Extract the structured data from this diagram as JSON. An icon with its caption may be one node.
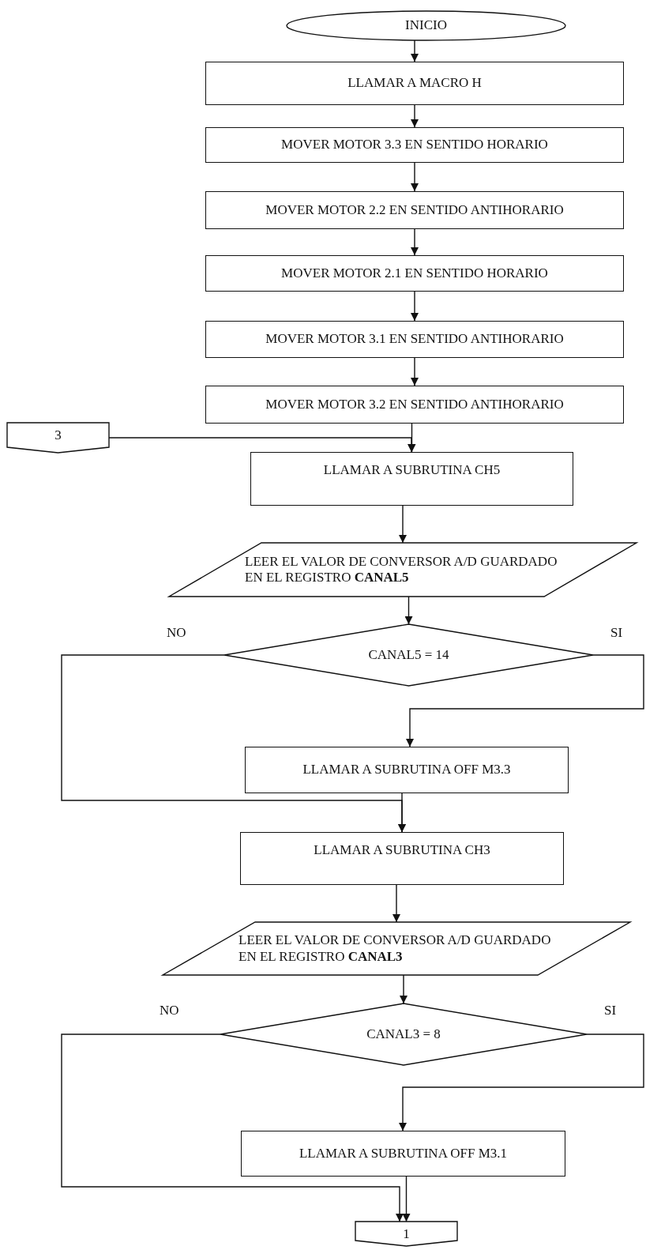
{
  "diagram": {
    "nodes": [
      {
        "text": [
          "INICIO"
        ]
      },
      {
        "text": [
          "LLAMAR A MACRO H"
        ]
      },
      {
        "text": [
          "MOVER MOTOR 3.3 EN SENTIDO HORARIO"
        ]
      },
      {
        "text": [
          "MOVER MOTOR 2.2 EN SENTIDO ANTIHORARIO"
        ]
      },
      {
        "text": [
          "MOVER MOTOR 2.1 EN SENTIDO HORARIO"
        ]
      },
      {
        "text": [
          "MOVER MOTOR 3.1 EN SENTIDO ANTIHORARIO"
        ]
      },
      {
        "text": [
          "MOVER MOTOR 3.2 EN SENTIDO ANTIHORARIO"
        ]
      },
      {
        "text": [
          "3"
        ]
      },
      {
        "text": [
          "LLAMAR A SUBRUTINA CH5"
        ]
      },
      {
        "text": [
          "LEER EL VALOR DE CONVERSOR A/D GUARDADO EN EL REGISTRO **CANAL5**"
        ]
      },
      {
        "text": [
          "CANAL5 = 14"
        ]
      },
      {
        "text": [
          "LLAMAR A SUBRUTINA OFF M3.3"
        ]
      },
      {
        "text": [
          "LLAMAR A SUBRUTINA CH3"
        ]
      },
      {
        "text": [
          "LEER EL VALOR DE CONVERSOR A/D GUARDADO EN EL REGISTRO **CANAL3**"
        ]
      },
      {
        "text": [
          "CANAL3 = 8"
        ]
      },
      {
        "text": [
          "LLAMAR A SUBRUTINA OFF M3.1"
        ]
      },
      {
        "text": [
          "1"
        ]
      }
    ],
    "edges": [
      {
        "from": 0,
        "to": 1,
        "arrow": "to"
      },
      {
        "from": 1,
        "to": 2,
        "arrow": "to"
      },
      {
        "from": 2,
        "to": 3,
        "arrow": "to"
      },
      {
        "from": 3,
        "to": 4,
        "arrow": "to"
      },
      {
        "from": 4,
        "to": 5,
        "arrow": "to"
      },
      {
        "from": 5,
        "to": 6,
        "arrow": "to"
      },
      {
        "from": 6,
        "to": 8,
        "arrow": "to"
      },
      {
        "from": 7,
        "to": 8,
        "arrow": "to"
      },
      {
        "from": 8,
        "to": 9,
        "arrow": "to"
      },
      {
        "from": 9,
        "to": 10,
        "arrow": "to"
      },
      {
        "from": 10,
        "to": 11,
        "label": "SI",
        "arrow": "to"
      },
      {
        "from": 10,
        "to": 12,
        "label": "NO",
        "arrow": "to"
      },
      {
        "from": 11,
        "to": 12,
        "arrow": "to"
      },
      {
        "from": 12,
        "to": 13,
        "arrow": "to"
      },
      {
        "from": 13,
        "to": 14,
        "arrow": "to"
      },
      {
        "from": 14,
        "to": 15,
        "label": "SI",
        "arrow": "to"
      },
      {
        "from": 14,
        "to": 16,
        "label": "NO",
        "arrow": "to"
      },
      {
        "from": 15,
        "to": 16,
        "arrow": "to"
      }
    ]
  }
}
